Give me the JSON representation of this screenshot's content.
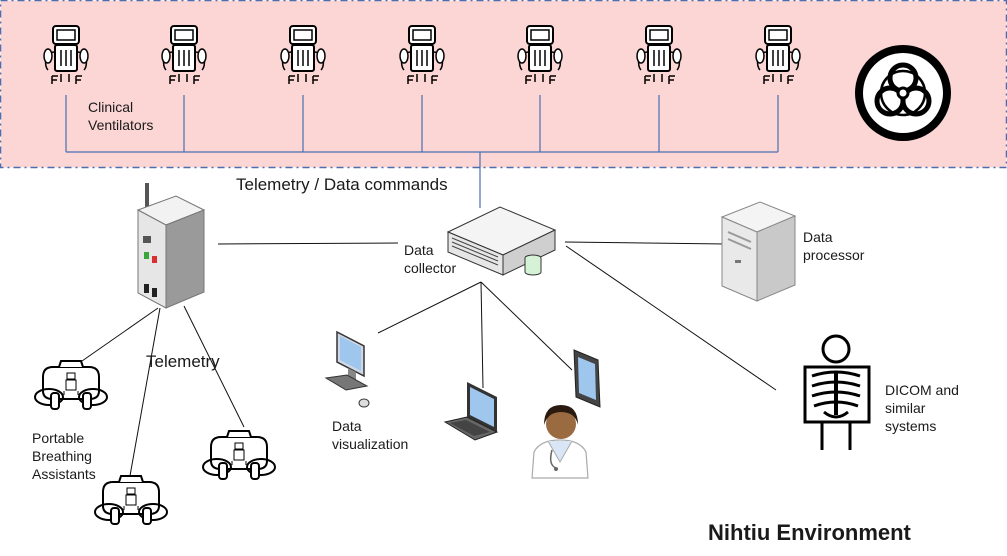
{
  "zone": {
    "label": "Clinical\nVentilators",
    "hazard_icon": "biohazard-icon",
    "fill": "#fcd5d5",
    "border": "#4a6fb0"
  },
  "bus_label": "Telemetry / Data commands",
  "telemetry_label": "Telemetry",
  "collector_label": "Data\ncollector",
  "processor_label": "Data\nprocessor",
  "visualization_label": "Data\nvisualization",
  "dicom_label": "DICOM and\nsimilar\nsystems",
  "breathing_label": "Portable\nBreathing\nAssistants",
  "environment_title": "Nihtiu Environment",
  "colors": {
    "bus_line": "#4a6fb0",
    "link_line": "#111111"
  }
}
